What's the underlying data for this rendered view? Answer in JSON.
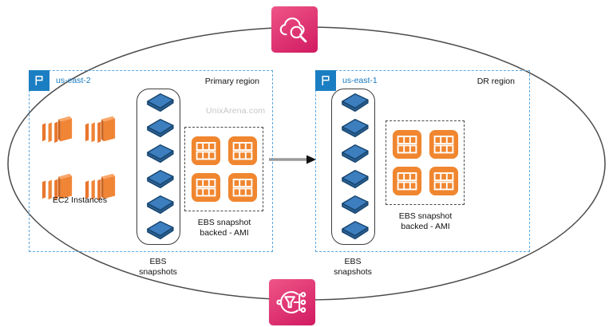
{
  "watermark": "UnixArena.com",
  "icons": {
    "top": "cloudwatch-cloud-magnifier-icon",
    "bottom": "cloudwatch-event-rule-icon",
    "region_flag": "flag-icon",
    "compute": "ec2-instance-icon",
    "snapshot": "ebs-snapshot-icon",
    "image": "ami-icon"
  },
  "colors": {
    "region_border": "#5aa7e0",
    "region_label_blue": "#1779c0",
    "flag_badge_blue": "#1b7ec2",
    "aws_orange": "#f08536",
    "ebs_blue": "#3d7ebf",
    "service_pink": "#d11a61",
    "ellipse_stroke": "#4a4a4a"
  },
  "primary_region": {
    "name": "us-east-2",
    "region_label": "Primary region",
    "ec2_count": 4,
    "ec2_label": "EC2 Instances",
    "ebs_count": 6,
    "ebs_label_line1": "EBS",
    "ebs_label_line2": "snapshots",
    "ami_count": 4,
    "ami_label_line1": "EBS snapshot",
    "ami_label_line2": "backed - AMI"
  },
  "dr_region": {
    "name": "us-east-1",
    "region_label": "DR region",
    "ebs_count": 6,
    "ebs_label_line1": "EBS",
    "ebs_label_line2": "snapshots",
    "ami_count": 4,
    "ami_label_line1": "EBS snapshot",
    "ami_label_line2": "backed - AMI"
  }
}
